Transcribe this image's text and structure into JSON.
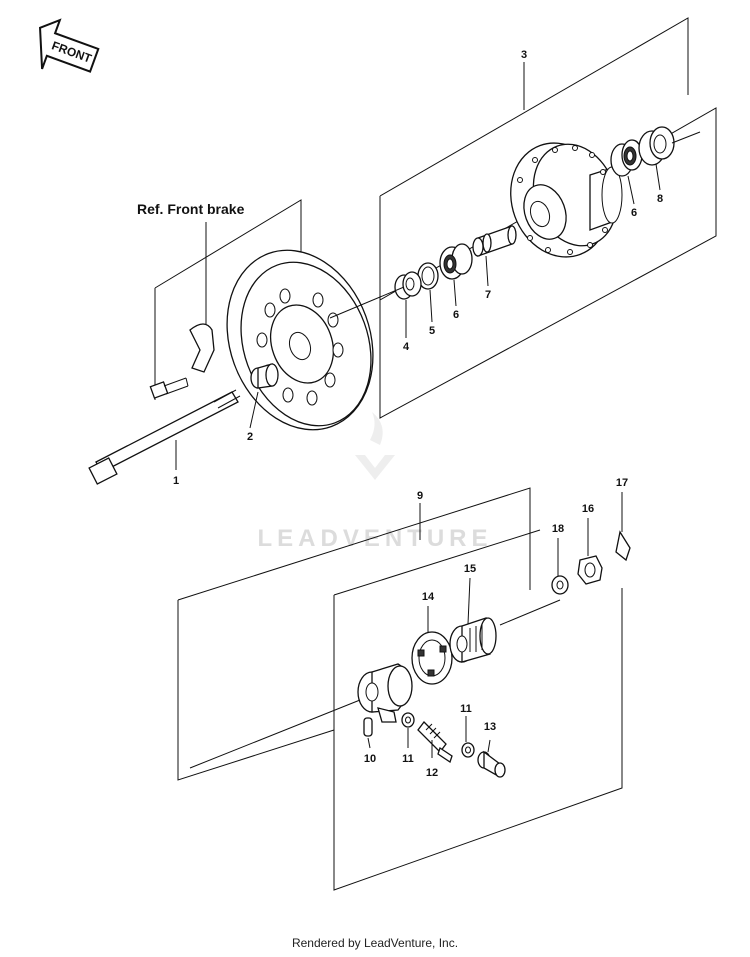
{
  "front_badge": {
    "label": "FRONT",
    "icon": "front-arrow-icon"
  },
  "reference": {
    "label": "Ref. Front brake"
  },
  "callouts": {
    "c1": "1",
    "c2": "2",
    "c3": "3",
    "c4": "4",
    "c5": "5",
    "c6a": "6",
    "c6b": "6",
    "c7": "7",
    "c8": "8",
    "c9": "9",
    "c10": "10",
    "c11a": "11",
    "c11b": "11",
    "c12": "12",
    "c13": "13",
    "c14": "14",
    "c15": "15",
    "c16": "16",
    "c17": "17",
    "c18": "18"
  },
  "watermark": {
    "text": "LEADVENTURE"
  },
  "footer": {
    "text": "Rendered by LeadVenture, Inc."
  }
}
